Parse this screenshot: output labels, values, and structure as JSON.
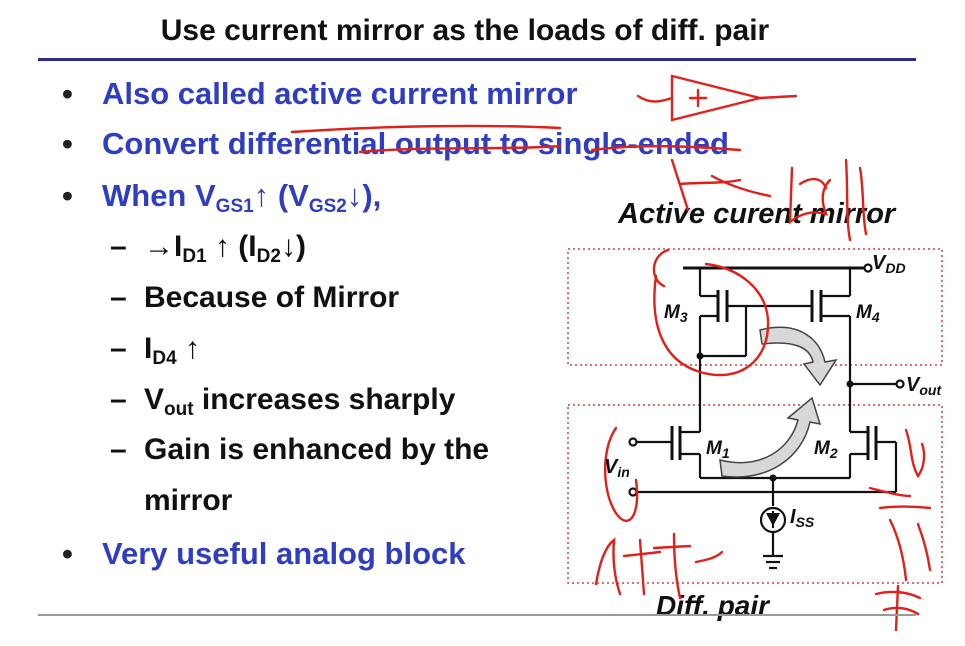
{
  "slide": {
    "title": "Use current mirror as the loads of diff. pair",
    "bullets": {
      "b1": "Also called active current mirror",
      "b2": "Convert differential output to single-ended",
      "b3": {
        "t1": "When V",
        "s1": "GS1",
        "t2": "↑ (V",
        "s2": "GS2",
        "t3": "↓),"
      },
      "b4": "Very useful analog block"
    },
    "subs": {
      "s1": {
        "t1": "→I",
        "s1": "D1",
        "t2": " ↑ (I",
        "s2": "D2",
        "t3": "↓)"
      },
      "s2": "Because of Mirror",
      "s3": {
        "t1": "I",
        "s1": "D4",
        "t2": " ↑"
      },
      "s4": {
        "t1": "V",
        "s1": "out",
        "t2": "  increases sharply"
      },
      "s5": "Gain is enhanced by the",
      "s6": "mirror"
    },
    "bullet_glyph": "•",
    "dash_glyph": "–"
  },
  "circuit": {
    "label_top": "Active curent mirror",
    "label_bottom": "Diff. pair",
    "vdd": {
      "main": "V",
      "sub": "DD"
    },
    "vout": {
      "main": "V",
      "sub": "out"
    },
    "vin": {
      "main": "V",
      "sub": "in"
    },
    "iss": {
      "main": "I",
      "sub": "SS"
    },
    "m1": {
      "main": "M",
      "sub": "1"
    },
    "m2": {
      "main": "M",
      "sub": "2"
    },
    "m3": {
      "main": "M",
      "sub": "3"
    },
    "m4": {
      "main": "M",
      "sub": "4"
    }
  },
  "colors": {
    "accent": "#2f3ec0",
    "rule": "#2a2f8c",
    "dotted_box": "#d04040",
    "ink": "#e0201a"
  }
}
